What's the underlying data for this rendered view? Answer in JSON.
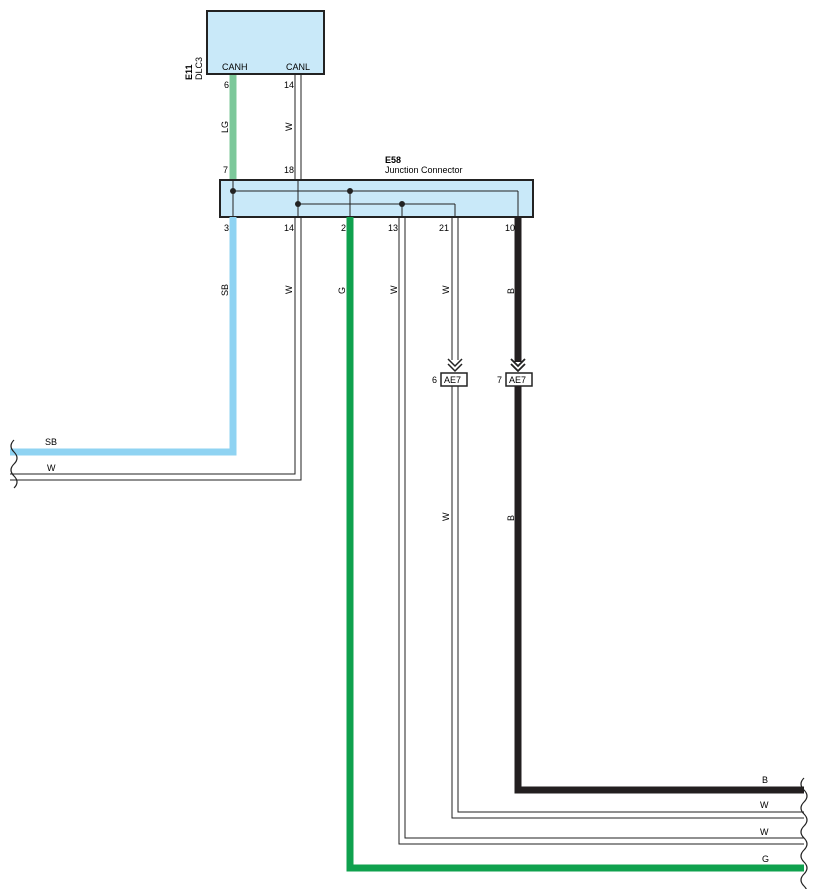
{
  "colors": {
    "box_fill": "#c9e9f9",
    "box_stroke": "#222222",
    "wire_LG": "#7cc89a",
    "wire_SB": "#8fd3f2",
    "wire_G": "#0fa14e",
    "wire_B": "#231f20",
    "wire_W_outline": "#222222"
  },
  "dlc3": {
    "code": "E11",
    "name": "DLC3",
    "pin_canh_label": "CANH",
    "pin_canl_label": "CANL",
    "pin_canh_num": "6",
    "pin_canl_num": "14"
  },
  "junction": {
    "code": "E58",
    "name": "Junction Connector",
    "top_pins": [
      "7",
      "18"
    ],
    "bottom_pins": [
      "3",
      "14",
      "2",
      "13",
      "21",
      "10"
    ]
  },
  "wire_labels": {
    "lg": "LG",
    "w_top": "W",
    "sb": "SB",
    "w_14": "W",
    "g": "G",
    "w_13": "W",
    "w_21": "W",
    "b_10": "B",
    "w_lower": "W",
    "b_lower": "B"
  },
  "ae7": {
    "name": "AE7",
    "pin_left": "6",
    "pin_right": "7"
  },
  "left_outputs": {
    "sb": "SB",
    "w": "W"
  },
  "right_outputs": {
    "b": "B",
    "w1": "W",
    "w2": "W",
    "g": "G"
  }
}
